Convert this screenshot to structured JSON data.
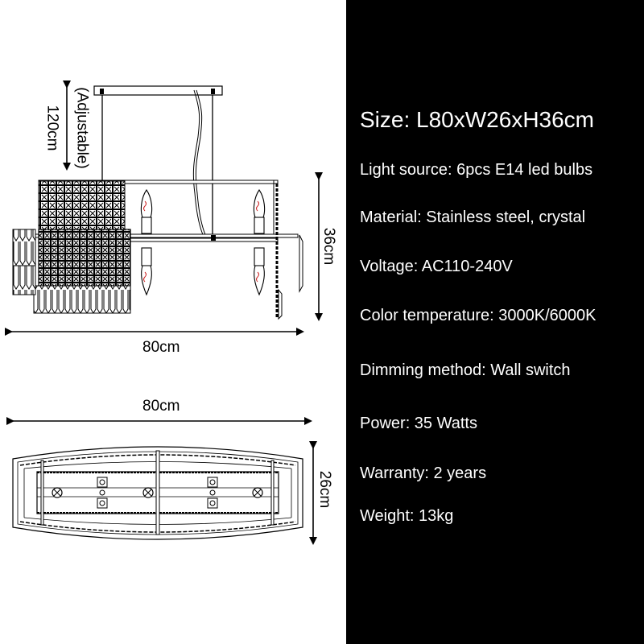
{
  "diagram": {
    "front_view": {
      "width_label": "80cm",
      "height_label": "36cm",
      "cord_label": "120cm",
      "cord_note": "(Adjustable)",
      "bulbs_shown": 4
    },
    "top_view": {
      "width_label": "80cm",
      "depth_label": "26cm"
    }
  },
  "specs": {
    "size": "Size: L80xW26xH36cm",
    "light_source": "Light source: 6pcs E14 led bulbs",
    "material": "Material: Stainless steel, crystal",
    "voltage": "Voltage: AC110-240V",
    "color_temperature": "Color temperature: 3000K/6000K",
    "dimming": "Dimming method: Wall switch",
    "power": "Power: 35 Watts",
    "warranty": "Warranty: 2 years",
    "weight": "Weight: 13kg"
  },
  "colors": {
    "panel_bg": "#000000",
    "text": "#ffffff",
    "line": "#000000",
    "filament": "#cc2222"
  }
}
